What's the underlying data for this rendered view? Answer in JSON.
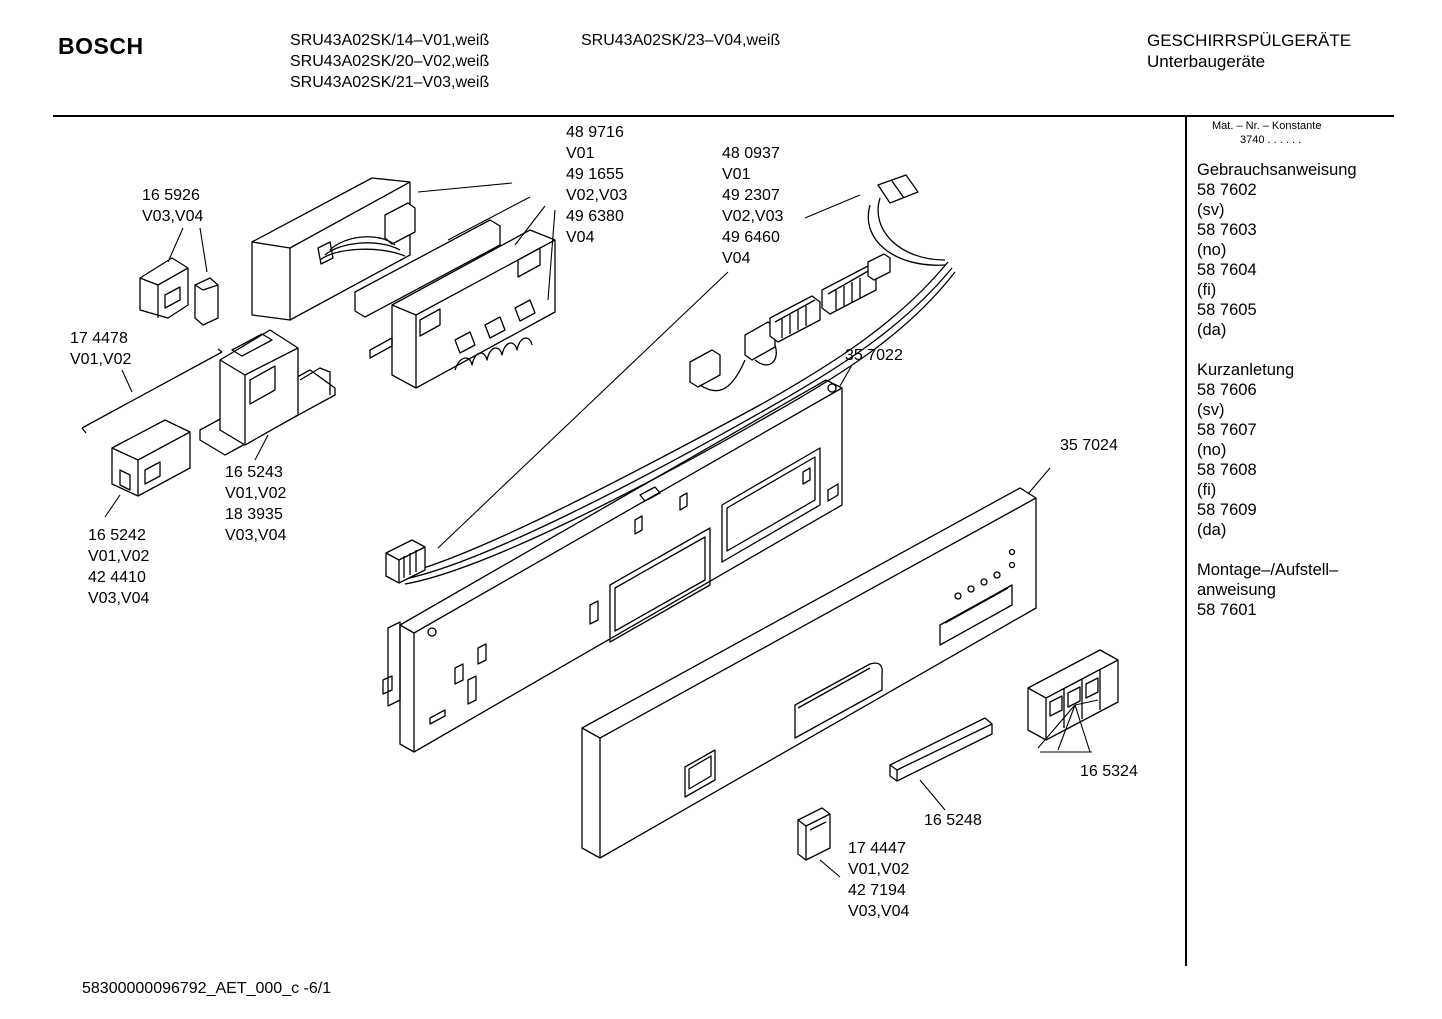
{
  "header": {
    "brand": "BOSCH",
    "models_col1": [
      "SRU43A02SK/14–V01,weiß",
      "SRU43A02SK/20–V02,weiß",
      "SRU43A02SK/21–V03,weiß"
    ],
    "models_col2": [
      "SRU43A02SK/23–V04,weiß"
    ],
    "category": "GESCHIRRSPÜLGERÄTE",
    "subcategory": "Unterbaugeräte"
  },
  "sidebar": {
    "mat_label": "Mat. – Nr. – Konstante",
    "mat_value": "3740 . . . . . .",
    "groups": [
      {
        "lines": [
          "Gebrauchsanweisung",
          "58 7602",
          "(sv)",
          "58 7603",
          "(no)",
          "58 7604",
          "(fi)",
          "58 7605",
          "(da)"
        ]
      },
      {
        "lines": [
          "Kurzanletung",
          "58 7606",
          "(sv)",
          "58 7607",
          "(no)",
          "58 7608",
          "(fi)",
          "58 7609",
          "(da)"
        ]
      },
      {
        "lines": [
          "Montage–/Aufstell–",
          "anweisung",
          "58 7601"
        ]
      }
    ]
  },
  "callouts": [
    {
      "id": "c1",
      "lines": [
        "16 5926",
        "V03,V04"
      ]
    },
    {
      "id": "c2",
      "lines": [
        "48 9716",
        "V01",
        "49 1655",
        "V02,V03",
        "49 6380",
        "V04"
      ]
    },
    {
      "id": "c3",
      "lines": [
        "48 0937",
        "V01",
        "49 2307",
        "V02,V03",
        "49 6460",
        "V04"
      ]
    },
    {
      "id": "c4",
      "lines": [
        "17 4478",
        "V01,V02"
      ]
    },
    {
      "id": "c5",
      "lines": [
        "35 7022"
      ]
    },
    {
      "id": "c6",
      "lines": [
        "35 7024"
      ]
    },
    {
      "id": "c7",
      "lines": [
        "16 5243",
        "V01,V02",
        "18 3935",
        "V03,V04"
      ]
    },
    {
      "id": "c8",
      "lines": [
        "16 5242",
        "V01,V02",
        "42 4410",
        "V03,V04"
      ]
    },
    {
      "id": "c9",
      "lines": [
        "16 5324"
      ]
    },
    {
      "id": "c10",
      "lines": [
        "16 5248"
      ]
    },
    {
      "id": "c11",
      "lines": [
        "17 4447",
        "V01,V02",
        "42 7194",
        "V03,V04"
      ]
    }
  ],
  "footer": {
    "doc_id": "58300000096792_AET_000_c  -6/1"
  }
}
